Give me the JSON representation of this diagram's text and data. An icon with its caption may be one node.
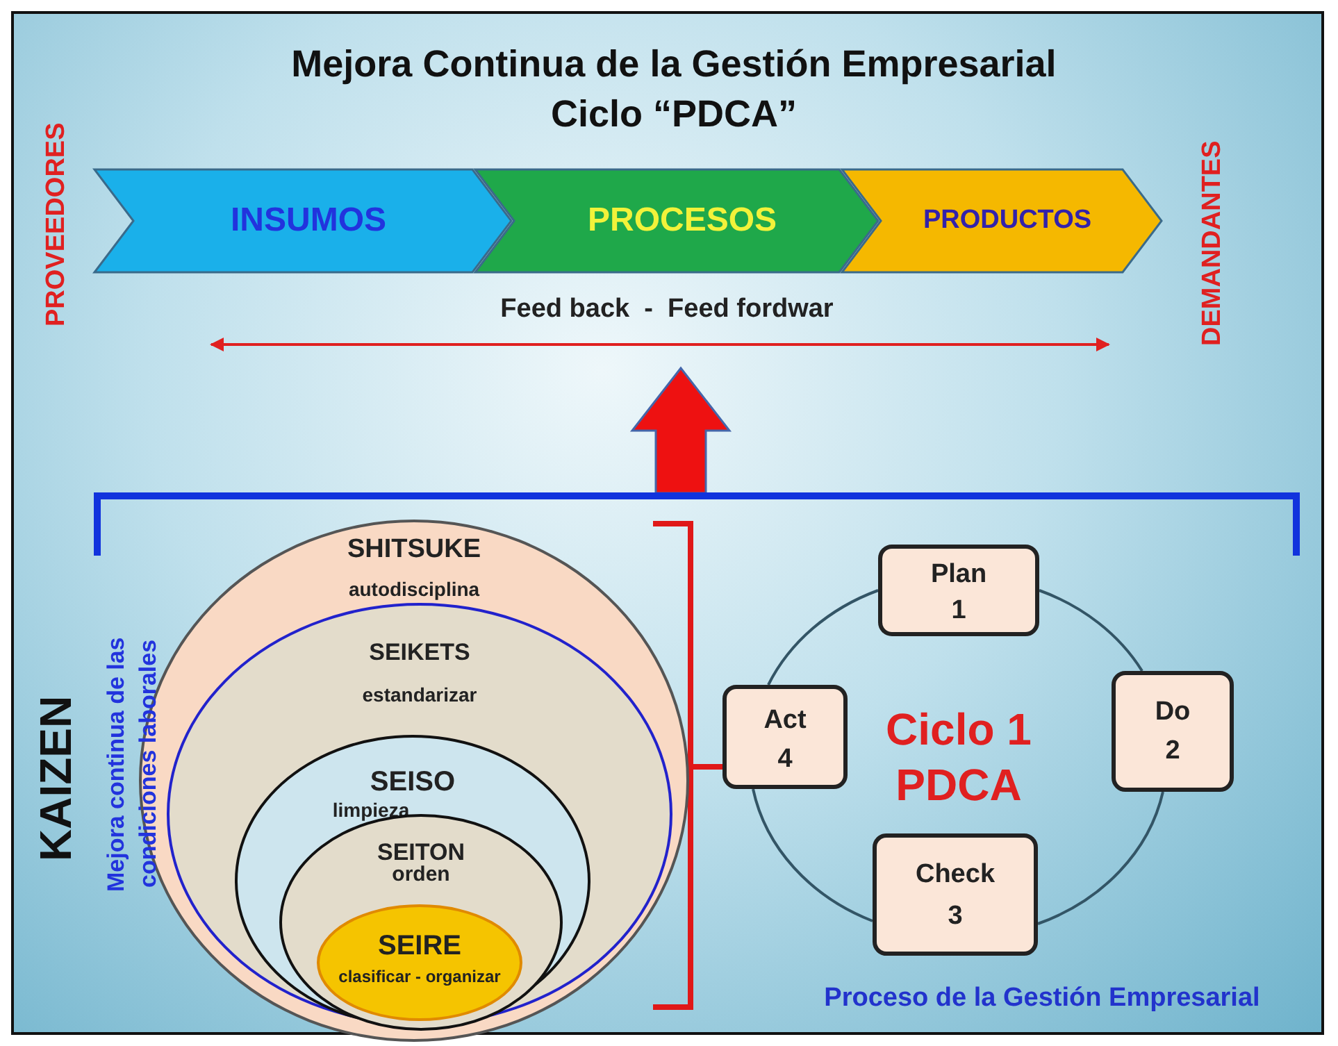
{
  "diagram": {
    "title": "Mejora Continua de la Gestión Empresarial Ciclo “PDCA”",
    "nodes": [
      {
        "text": [
          "INSUMOS"
        ]
      },
      {
        "text": [
          "PROCESOS"
        ]
      },
      {
        "text": [
          "PRODUCTOS"
        ]
      },
      {
        "text": [
          "SHITSUKE",
          "autodisciplina"
        ]
      },
      {
        "text": [
          "SEIKETS",
          "estandarizar"
        ],
        "in": 3
      },
      {
        "text": [
          "SEISO",
          "limpieza"
        ],
        "in": 4
      },
      {
        "text": [
          "SEITON",
          "orden"
        ],
        "in": 5
      },
      {
        "text": [
          "SEIRE",
          "clasificar - organizar"
        ],
        "in": 6
      },
      {
        "text": [
          "Plan",
          "1"
        ]
      },
      {
        "text": [
          "Do",
          "2"
        ]
      },
      {
        "text": [
          "Check",
          "3"
        ]
      },
      {
        "text": [
          "Act",
          "4"
        ]
      }
    ],
    "edges": [
      {
        "from": 8,
        "to": 9,
        "arrow": "none"
      },
      {
        "from": 9,
        "to": 10,
        "arrow": "none"
      },
      {
        "from": 10,
        "to": 11,
        "arrow": "none"
      },
      {
        "from": 11,
        "to": 8,
        "arrow": "none"
      }
    ],
    "labels": [
      "PROVEEDORES",
      "DEMANDANTES",
      "Feed back  -  Feed fordwar",
      "KAIZEN",
      "Mejora continua de las condiciones laborales",
      "Ciclo 1 PDCA",
      "Proceso de la Gestión Empresarial"
    ]
  }
}
